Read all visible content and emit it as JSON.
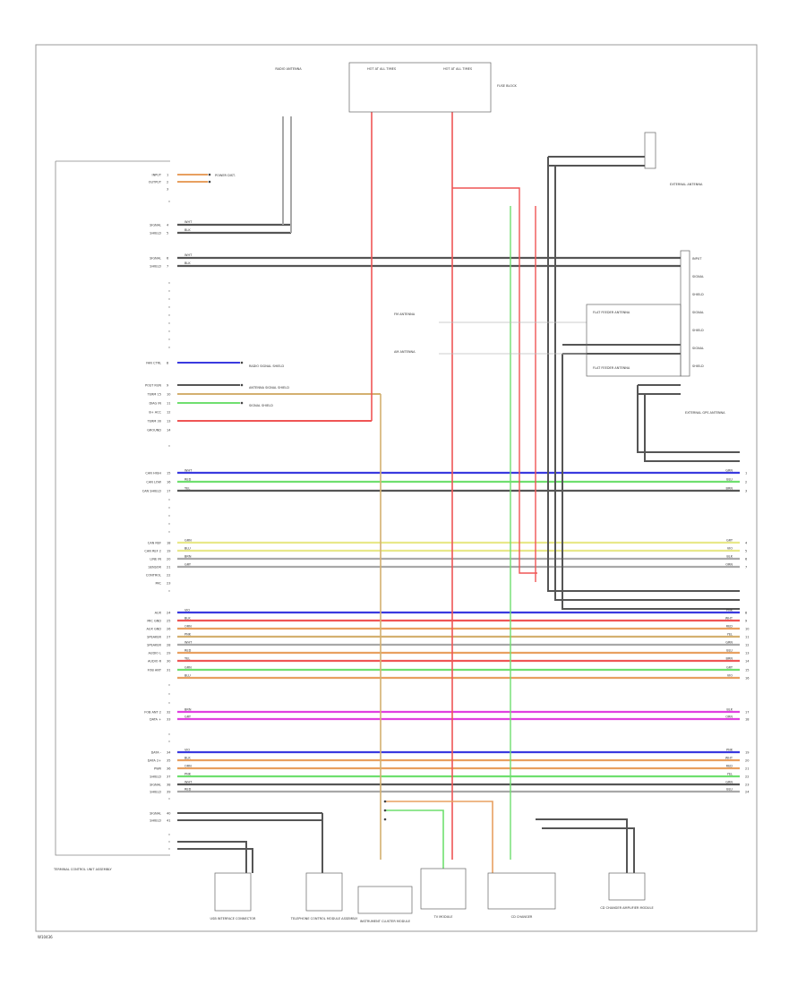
{
  "title": "",
  "footer": {
    "code": "W10436"
  },
  "colors": {
    "blue": "#3a3adf",
    "red": "#ef5555",
    "green": "#6fdf6f",
    "grey": "#a8a8a8",
    "dark": "#555555",
    "yellow": "#e8e88a",
    "orange": "#e8a060",
    "magenta": "#e040e0",
    "tan": "#d4b070"
  },
  "top_labels": {
    "power_distribution": "POWER DIST.",
    "fuse_a": "HOT AT ALL TIMES",
    "fuse_b": "HOT AT ALL TIMES",
    "fuse_box": "FUSE BLOCK",
    "radio_antenna": "RADIO ANTENNA"
  },
  "module": {
    "caption": "TERMINAL CONTROL UNIT ASSEMBLY",
    "left_pins": [
      {
        "pin": "1",
        "label": "INPUT"
      },
      {
        "pin": "2",
        "label": "OUTPUT"
      },
      {
        "pin": "3",
        "label": ""
      },
      {
        "pin": "4",
        "label": "SIGNAL"
      },
      {
        "pin": "5",
        "label": "SHIELD"
      },
      {
        "pin": "6",
        "label": "SIGNAL"
      },
      {
        "pin": "7",
        "label": "SHIELD"
      },
      {
        "pin": "8",
        "label": "FAN CTRL"
      },
      {
        "pin": "9",
        "label": "POST RUN"
      },
      {
        "pin": "10",
        "label": "TERM 15"
      },
      {
        "pin": "11",
        "label": "DIAG IN"
      },
      {
        "pin": "12",
        "label": "B+ ACC"
      },
      {
        "pin": "13",
        "label": "TERM 30"
      },
      {
        "pin": "14",
        "label": "GROUND"
      },
      {
        "pin": "15",
        "label": "CAN HIGH"
      },
      {
        "pin": "16",
        "label": "CAN LOW"
      },
      {
        "pin": "17",
        "label": "CAN SHIELD"
      },
      {
        "pin": "18",
        "label": "CAN REF"
      },
      {
        "pin": "19",
        "label": "CAN REF 2"
      },
      {
        "pin": "20",
        "label": "LINE IN"
      },
      {
        "pin": "21",
        "label": "SENSOR"
      },
      {
        "pin": "22",
        "label": "CONTROL"
      },
      {
        "pin": "23",
        "label": "MIC"
      },
      {
        "pin": "24",
        "label": "AUX"
      },
      {
        "pin": "25",
        "label": "MIC GND"
      },
      {
        "pin": "26",
        "label": "AUX GND"
      },
      {
        "pin": "27",
        "label": "SPEAKER"
      },
      {
        "pin": "28",
        "label": "SPEAKER"
      },
      {
        "pin": "29",
        "label": "AUDIO L"
      },
      {
        "pin": "30",
        "label": "AUDIO R"
      },
      {
        "pin": "31",
        "label": "FOB ANT"
      },
      {
        "pin": "32",
        "label": "FOB ANT 2"
      },
      {
        "pin": "33",
        "label": "DATA +"
      },
      {
        "pin": "34",
        "label": "DATA -"
      },
      {
        "pin": "35",
        "label": "DATA 2+"
      },
      {
        "pin": "36",
        "label": "PWR"
      },
      {
        "pin": "37",
        "label": "SHIELD"
      },
      {
        "pin": "38",
        "label": "SIGNAL"
      },
      {
        "pin": "39",
        "label": "SHIELD"
      },
      {
        "pin": "40",
        "label": "SIGNAL"
      },
      {
        "pin": "41",
        "label": "SHIELD"
      }
    ]
  },
  "right_components": {
    "top": "EXTERNAL ANTENNA",
    "mid1": "FLAT FEEDER ANTENNA",
    "mid2": "FLAT FEEDER ANTENNA",
    "bottom": "EXTERNAL GPS ANTENNA",
    "pins": [
      "INPUT",
      "SIGNAL",
      "SHIELD",
      "SIGNAL",
      "SHIELD",
      "SIGNAL",
      "SHIELD"
    ]
  },
  "mid_labels": {
    "antenna_a": "FM ANTENNA",
    "antenna_b": "AM ANTENNA",
    "shield_a": "RADIO SIGNAL SHIELD",
    "shield_b": "ANTENNA SIGNAL SHIELD",
    "shield_c": "SIGNAL SHIELD"
  },
  "wire_labels": [
    "WHT",
    "RED",
    "YEL",
    "GRN",
    "BLU",
    "BRN",
    "GRY",
    "VIO",
    "BLK",
    "ORN",
    "PNK"
  ],
  "bottom_components": [
    {
      "id": "usb",
      "label": "USB INTERFACE CONNECTOR"
    },
    {
      "id": "telephone",
      "label": "TELEPHONE CONTROL MODULE ASSEMBLY"
    },
    {
      "id": "instrument",
      "label": "INSTRUMENT CLUSTER MODULE"
    },
    {
      "id": "tv_module",
      "label": "TV MODULE"
    },
    {
      "id": "cd_changer",
      "label": "CD CHANGER"
    },
    {
      "id": "cd_amp",
      "label": "CD CHANGER AMPLIFIER MODULE"
    }
  ]
}
